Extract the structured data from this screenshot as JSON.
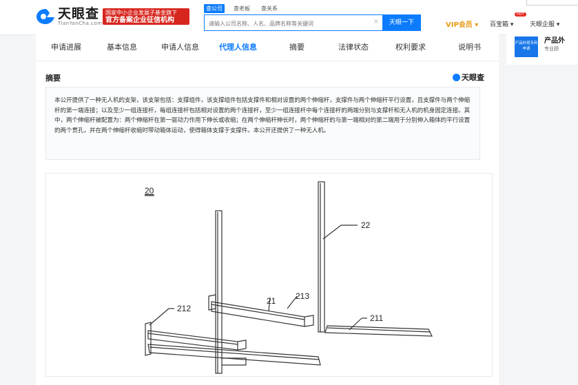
{
  "header": {
    "logo_cn": "天眼查",
    "logo_en": "TianYanCha.com",
    "badge_line1": "国家中小企业发展子基金旗下",
    "badge_line2": "官方备案企业征信机构",
    "search_tabs": [
      "查公司",
      "查老板",
      "查关系"
    ],
    "search_placeholder": "请输入公司名称、人名、品牌名称等关键词",
    "search_button": "天眼一下",
    "vip_label": "VIP会员 ▾",
    "nav_baobao": "百宝箱 ▾",
    "hot_badge": "HOT",
    "nav_enterprise": "天眼企服 ▾"
  },
  "tabs": [
    "申请进展",
    "基本信息",
    "申请人信息",
    "代理人信息",
    "摘要",
    "法律状态",
    "权利要求",
    "说明书"
  ],
  "active_tab_index": 3,
  "section": {
    "title": "摘要",
    "watermark": "天眼查"
  },
  "abstract_text": "本公开提供了一种无人机的支架，该支架包括：支撑组件，该支撑组件包括支撑件和相对设置的两个伸缩杆，支撑件与两个伸缩杆平行设置，且支撑件与两个伸缩杆的第一端连接；以及至少一组连接杆，每组连接杆包括相对设置的两个连接杆，至少一组连接杆中每个连接杆的两端分别与支撑杆和无人机的机身固定连接。其中，两个伸缩杆被配置为：两个伸缩杆在第一驱动力作用下伸长或收缩；在两个伸缩杆伸长时，两个伸缩杆的与第一端相对的第二端用于分别伸入箱体的平行设置的两个贯孔，并在两个伸缩杆收缩时带动箱体运动，使得箱体支撑于支撑件。本公开还提供了一种无人机。",
  "figure": {
    "labels": [
      "20",
      "22",
      "21",
      "213",
      "212",
      "211"
    ]
  },
  "side_card": {
    "icon_text": "产品外观专利申请",
    "title": "产品外",
    "subtitle": "专业顾"
  },
  "colors": {
    "brand_blue": "#0c7cff",
    "badge_red": "#d7261e",
    "vip_orange": "#e89a15"
  }
}
